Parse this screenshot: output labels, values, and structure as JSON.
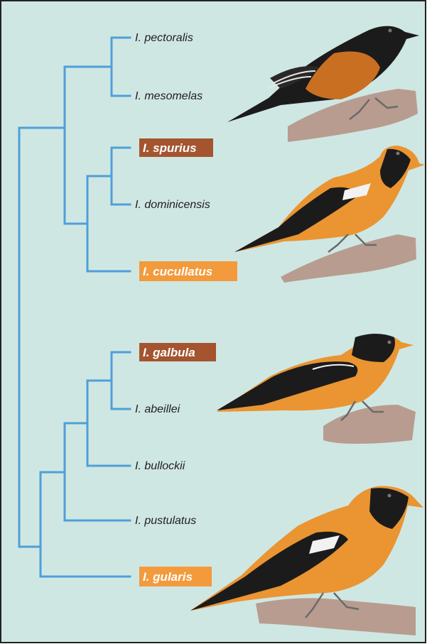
{
  "tree": {
    "taxa": [
      {
        "id": "pectoralis",
        "label": "I. pectoralis",
        "highlight": "none"
      },
      {
        "id": "mesomelas",
        "label": "I. mesomelas",
        "highlight": "none"
      },
      {
        "id": "spurius",
        "label": "I. spurius",
        "highlight": "dark"
      },
      {
        "id": "dominicensis",
        "label": "I. dominicensis",
        "highlight": "none"
      },
      {
        "id": "cucullatus",
        "label": "I. cucullatus",
        "highlight": "light"
      },
      {
        "id": "galbula",
        "label": "I. galbula",
        "highlight": "dark"
      },
      {
        "id": "abeillei",
        "label": "I. abeillei",
        "highlight": "none"
      },
      {
        "id": "bullockii",
        "label": "I. bullockii",
        "highlight": "none"
      },
      {
        "id": "pustulatus",
        "label": "I. pustulatus",
        "highlight": "none"
      },
      {
        "id": "gularis",
        "label": "I. gularis",
        "highlight": "light"
      }
    ]
  },
  "birds": [
    {
      "id": "bird-black-orange",
      "palette": "black-back-rufous-belly"
    },
    {
      "id": "bird-orange-black-throat",
      "palette": "orange-with-black-throat"
    },
    {
      "id": "bird-baltimore",
      "palette": "black-hood-orange-body"
    },
    {
      "id": "bird-large-orange",
      "palette": "orange-with-black-throat"
    }
  ],
  "colors": {
    "background": "#cfe7e3",
    "branch": "#4f9fd8",
    "highlight_dark": "#a4542f",
    "highlight_light": "#f39a3c",
    "orange": "#ea9531",
    "rufous": "#c96f22",
    "black": "#1c1b1b",
    "branch_wood": "#b89c90"
  }
}
